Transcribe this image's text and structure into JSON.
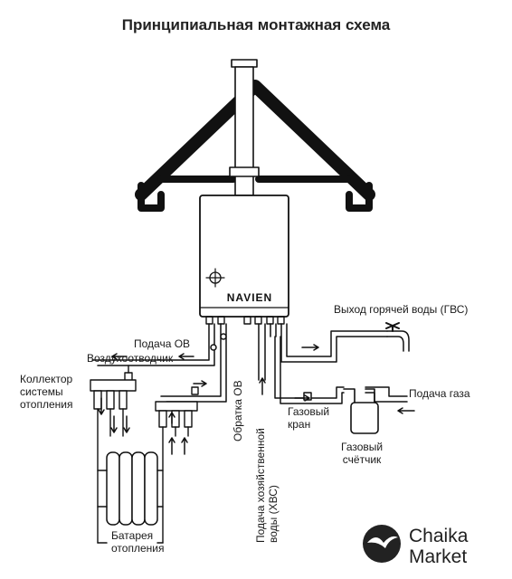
{
  "title": "Принципиальная монтажная схема",
  "boiler": {
    "brand": "NAVIEN"
  },
  "labels": {
    "hot_water_out": "Выход горячей воды (ГВС)",
    "heating_supply": "Подача ОВ",
    "air_vent": "Воздухоотводчик",
    "collector": "Коллектор\nсистемы\nотопления",
    "gas_supply": "Подача газа",
    "gas_valve": "Газовый\nкран",
    "gas_meter": "Газовый\nсчётчик",
    "radiator": "Батарея\nотопления",
    "heating_return": "Обратка ОВ",
    "cold_water_supply": "Подача хозяйственной\nводы (ХВС)"
  },
  "logo": {
    "text": "Chaika\nMarket"
  }
}
